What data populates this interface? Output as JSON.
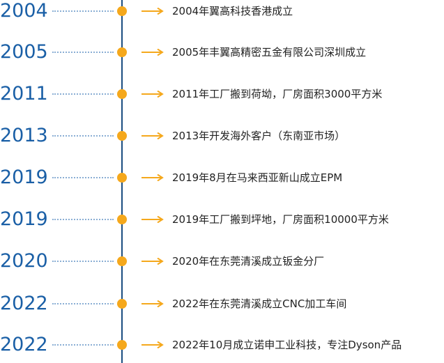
{
  "colors": {
    "year": "#1a5fa6",
    "accent": "#f5a81c",
    "axis_line": "#1a4d80",
    "leader": "#8aaed4",
    "text": "#222222"
  },
  "icons": {
    "dot": "timeline-dot-icon",
    "arrow": "arrow-right-icon"
  },
  "events": [
    {
      "year": "2004",
      "text": "2004年翼高科技香港成立"
    },
    {
      "year": "2005",
      "text": "2005年丰翼高精密五金有限公司深圳成立"
    },
    {
      "year": "2011",
      "text": "2011年工厂搬到荷坳，厂房面积3000平方米"
    },
    {
      "year": "2013",
      "text": "2013年开发海外客户（东南亚市场）"
    },
    {
      "year": "2019",
      "text": "2019年8月在马来西亚新山成立EPM"
    },
    {
      "year": "2019",
      "text": "2019年工厂搬到坪地，厂房面积10000平方米"
    },
    {
      "year": "2020",
      "text": "2020年在东莞清溪成立钣金分厂"
    },
    {
      "year": "2022",
      "text": "2022年在东莞清溪成立CNC加工车间"
    },
    {
      "year": "2022",
      "text": "2022年10月成立诺申工业科技，专注Dyson产品"
    }
  ]
}
